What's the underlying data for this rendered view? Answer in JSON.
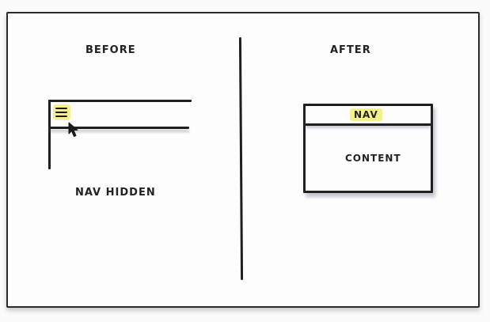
{
  "before": {
    "heading": "BEFORE",
    "caption": "NAV HIDDEN",
    "menu_icon": "hamburger-menu-icon",
    "cursor_icon": "mouse-pointer-icon"
  },
  "after": {
    "heading": "AFTER",
    "nav_label": "NAV",
    "content_label": "CONTENT"
  },
  "colors": {
    "highlight": "#f5f08a",
    "ink": "#1f1f1f",
    "shadow": "#9aa0c0"
  }
}
